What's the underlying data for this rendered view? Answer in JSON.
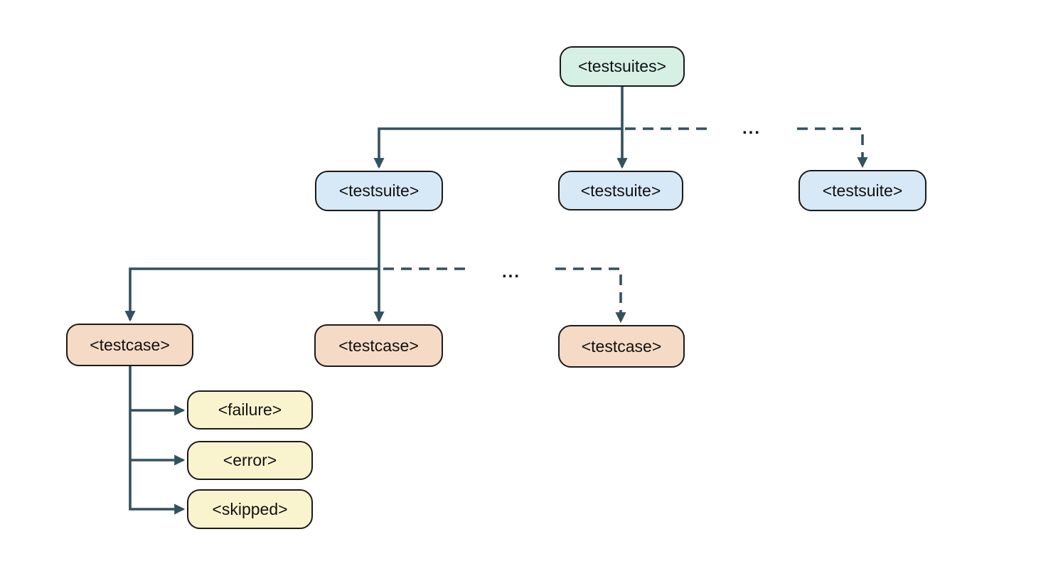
{
  "nodes": {
    "testsuites": {
      "label": "<testsuites>"
    },
    "testsuite_1": {
      "label": "<testsuite>"
    },
    "testsuite_2": {
      "label": "<testsuite>"
    },
    "testsuite_3": {
      "label": "<testsuite>"
    },
    "testcase_1": {
      "label": "<testcase>"
    },
    "testcase_2": {
      "label": "<testcase>"
    },
    "testcase_3": {
      "label": "<testcase>"
    },
    "failure": {
      "label": "<failure>"
    },
    "error": {
      "label": "<error>"
    },
    "skipped": {
      "label": "<skipped>"
    }
  },
  "ellipsis": {
    "level1": "...",
    "level2": "..."
  },
  "colors": {
    "testsuites_fill": "#D6F0E4",
    "testsuite_fill": "#D7E9F6",
    "testcase_fill": "#F5DAC6",
    "leaf_fill": "#FAF4CE",
    "node_border": "#1A1A1A",
    "edge": "#33515E",
    "text": "#111111",
    "background": "#FFFFFF"
  }
}
